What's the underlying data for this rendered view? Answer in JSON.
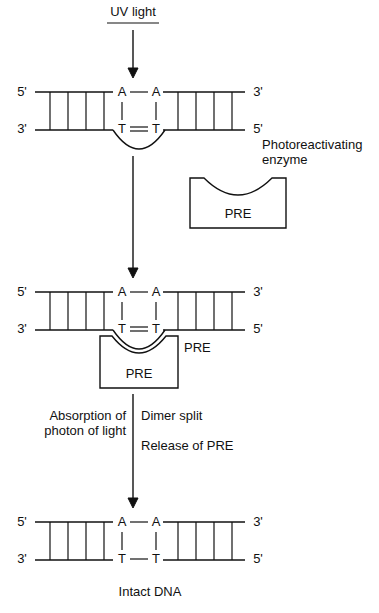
{
  "diagram": {
    "nodes": [
      {
        "text": [
          "Photoreactivating enzyme",
          "PRE"
        ]
      },
      {
        "text": [
          "PRE"
        ]
      }
    ],
    "labels": [
      "UV light",
      "5'",
      "A",
      "A",
      "3'",
      "3'",
      "T",
      "T",
      "5'",
      "5'",
      "A",
      "A",
      "3'",
      "3'",
      "T",
      "T",
      "5'",
      "PRE",
      "Absorption of photon of light",
      "Dimer split",
      "Release of PRE",
      "5'",
      "A",
      "A",
      "3'",
      "3'",
      "T",
      "T",
      "5'",
      "Intact DNA"
    ]
  }
}
